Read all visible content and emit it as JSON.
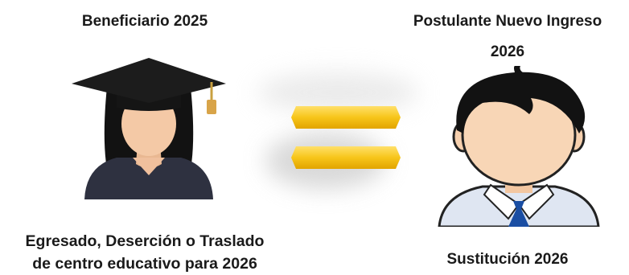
{
  "left": {
    "title": "Beneficiario 2025",
    "bottom_line1": "Egresado, Deserción o Traslado",
    "bottom_line2": "de centro educativo para 2026",
    "icon": "graduate-student-icon"
  },
  "right": {
    "title_line1": "Postulante Nuevo Ingreso",
    "title_line2": "2026",
    "bottom": "Sustitución 2026",
    "icon": "student-boy-icon"
  },
  "center": {
    "icon": "equals-sign-icon",
    "color": "#f7c51a"
  },
  "colors": {
    "skin": "#f4c9a6",
    "gown": "#2e3140",
    "hair": "#121212",
    "tie": "#1a4ea3"
  }
}
